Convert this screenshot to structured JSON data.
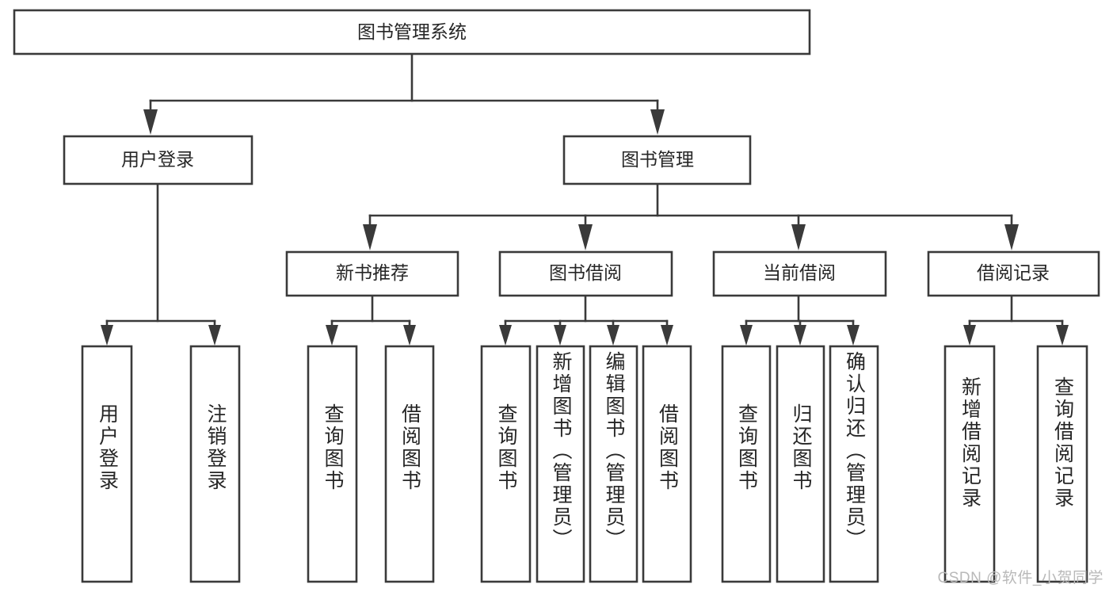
{
  "diagram": {
    "type": "tree",
    "title": "图书管理系统",
    "root": {
      "label": "图书管理系统"
    },
    "level2": [
      {
        "label": "用户登录"
      },
      {
        "label": "图书管理"
      }
    ],
    "level3": [
      {
        "label": "新书推荐"
      },
      {
        "label": "图书借阅"
      },
      {
        "label": "当前借阅"
      },
      {
        "label": "借阅记录"
      }
    ],
    "leaves": {
      "user_login": [
        {
          "label": "用户登录"
        },
        {
          "label": "注销登录"
        }
      ],
      "new_book_recommend": [
        {
          "label": "查询图书"
        },
        {
          "label": "借阅图书"
        }
      ],
      "book_borrow": [
        {
          "label": "查询图书"
        },
        {
          "label": "新增图书（管理员）"
        },
        {
          "label": "编辑图书（管理员）"
        },
        {
          "label": "借阅图书"
        }
      ],
      "current_borrow": [
        {
          "label": "查询图书"
        },
        {
          "label": "归还图书"
        },
        {
          "label": "确认归还（管理员）"
        }
      ],
      "borrow_record": [
        {
          "label": "新增借阅记录"
        },
        {
          "label": "查询借阅记录"
        }
      ]
    }
  },
  "watermark": {
    "text": "CSDN @软件_小贺同学"
  },
  "colors": {
    "stroke": "#3a3a3a",
    "box_fill": "#ffffff",
    "text": "#262626",
    "watermark": "#b9b9b9",
    "background": "#ffffff"
  }
}
